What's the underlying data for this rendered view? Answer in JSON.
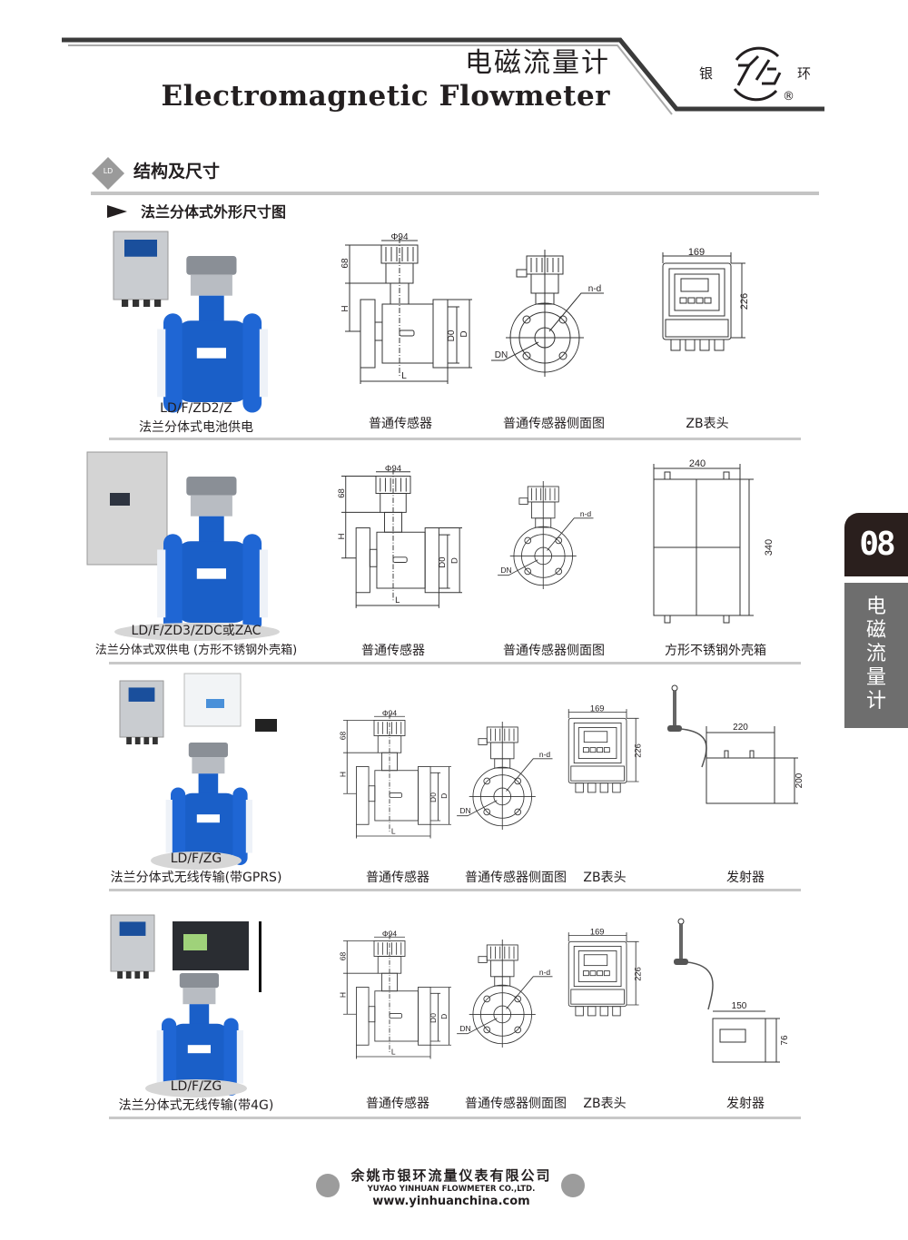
{
  "header": {
    "title_cn": "电磁流量计",
    "title_en": "Electromagnetic Flowmeter",
    "logo_left": "银",
    "logo_right": "环",
    "logo_mark": "®"
  },
  "section": {
    "badge": "LD",
    "title": "结构及尺寸",
    "subtitle": "法兰分体式外形尺寸图"
  },
  "side_tab": {
    "number": "08",
    "label": "电磁流量计"
  },
  "rows": [
    {
      "model": "LD/F/ZD2/Z",
      "desc": "法兰分体式电池供电",
      "captions": [
        "普通传感器",
        "普通传感器侧面图",
        "ZB表头"
      ]
    },
    {
      "model": "LD/F/ZD3/ZDC或ZAC",
      "desc": "法兰分体式双供电  (方形不锈钢外壳箱)",
      "captions": [
        "普通传感器",
        "普通传感器侧面图",
        "方形不锈钢外壳箱"
      ]
    },
    {
      "model": "LD/F/ZG",
      "desc": "法兰分体式无线传输(带GPRS)",
      "captions": [
        "普通传感器",
        "普通传感器侧面图",
        "ZB表头",
        "发射器"
      ]
    },
    {
      "model": "LD/F/ZG",
      "desc": "法兰分体式无线传输(带4G)",
      "captions": [
        "普通传感器",
        "普通传感器侧面图",
        "ZB表头",
        "发射器"
      ]
    }
  ],
  "dims": {
    "sensor": {
      "phi": "Φ94",
      "h68": "68",
      "h": "H",
      "d0": "D0",
      "d": "D",
      "l": "L"
    },
    "side": {
      "nd": "n-d",
      "dn": "DN"
    },
    "zb": {
      "w": "169",
      "h": "226"
    },
    "box": {
      "w": "240",
      "h": "340"
    },
    "tx1": {
      "w": "220",
      "h": "200"
    },
    "tx2": {
      "w": "150",
      "h": "76"
    }
  },
  "footer": {
    "company_cn": "余姚市银环流量仪表有限公司",
    "company_en": "YUYAO YINHUAN FLOWMETER CO.,LTD.",
    "website": "www.yinhuanchina.com"
  },
  "colors": {
    "meter_blue": "#1a5fc8",
    "dark": "#2a1f1d",
    "tab_gray": "#6e6e6e"
  }
}
